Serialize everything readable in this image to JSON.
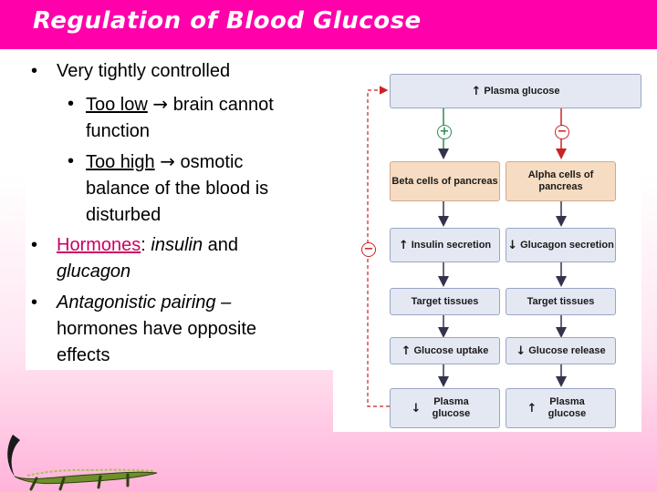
{
  "slide": {
    "title": "Regulation of Blood Glucose"
  },
  "bullets": {
    "b1": "Very tightly controlled",
    "b1a_under": "Too low",
    "b1a_rest1": "brain cannot",
    "b1a_rest2": "function",
    "b1b_under": "Too high",
    "b1b_rest1": "osmotic",
    "b1b_rest2": "balance of the blood is",
    "b1b_rest3": "disturbed",
    "b2_hormones": "Hormones",
    "b2_colon": ": ",
    "b2_insulin": "insulin",
    "b2_and": " and",
    "b2_glucagon": "glucagon",
    "b3_line1": "Antagonistic pairing –",
    "b3_line2": "hormones have opposite",
    "b3_line3": "effects",
    "arrow_glyph": "→"
  },
  "diagram": {
    "plasma_glucose": "Plasma glucose",
    "plus": "+",
    "minus": "−",
    "beta_cells": "Beta cells of pancreas",
    "alpha_cells": "Alpha cells of pancreas",
    "insulin_secretion": "Insulin secretion",
    "glucagon_secretion": "Glucagon secretion",
    "target_tissues_left": "Target tissues",
    "target_tissues_right": "Target tissues",
    "glucose_uptake": "Glucose uptake",
    "glucose_release": "Glucose release",
    "plasma_glucose_left": "Plasma glucose",
    "plasma_glucose_right": "Plasma glucose",
    "up_arrow": "↑",
    "down_arrow": "↓",
    "colors": {
      "plus": "#2e8b57",
      "minus": "#cc2222",
      "flow": "#33334d"
    }
  }
}
